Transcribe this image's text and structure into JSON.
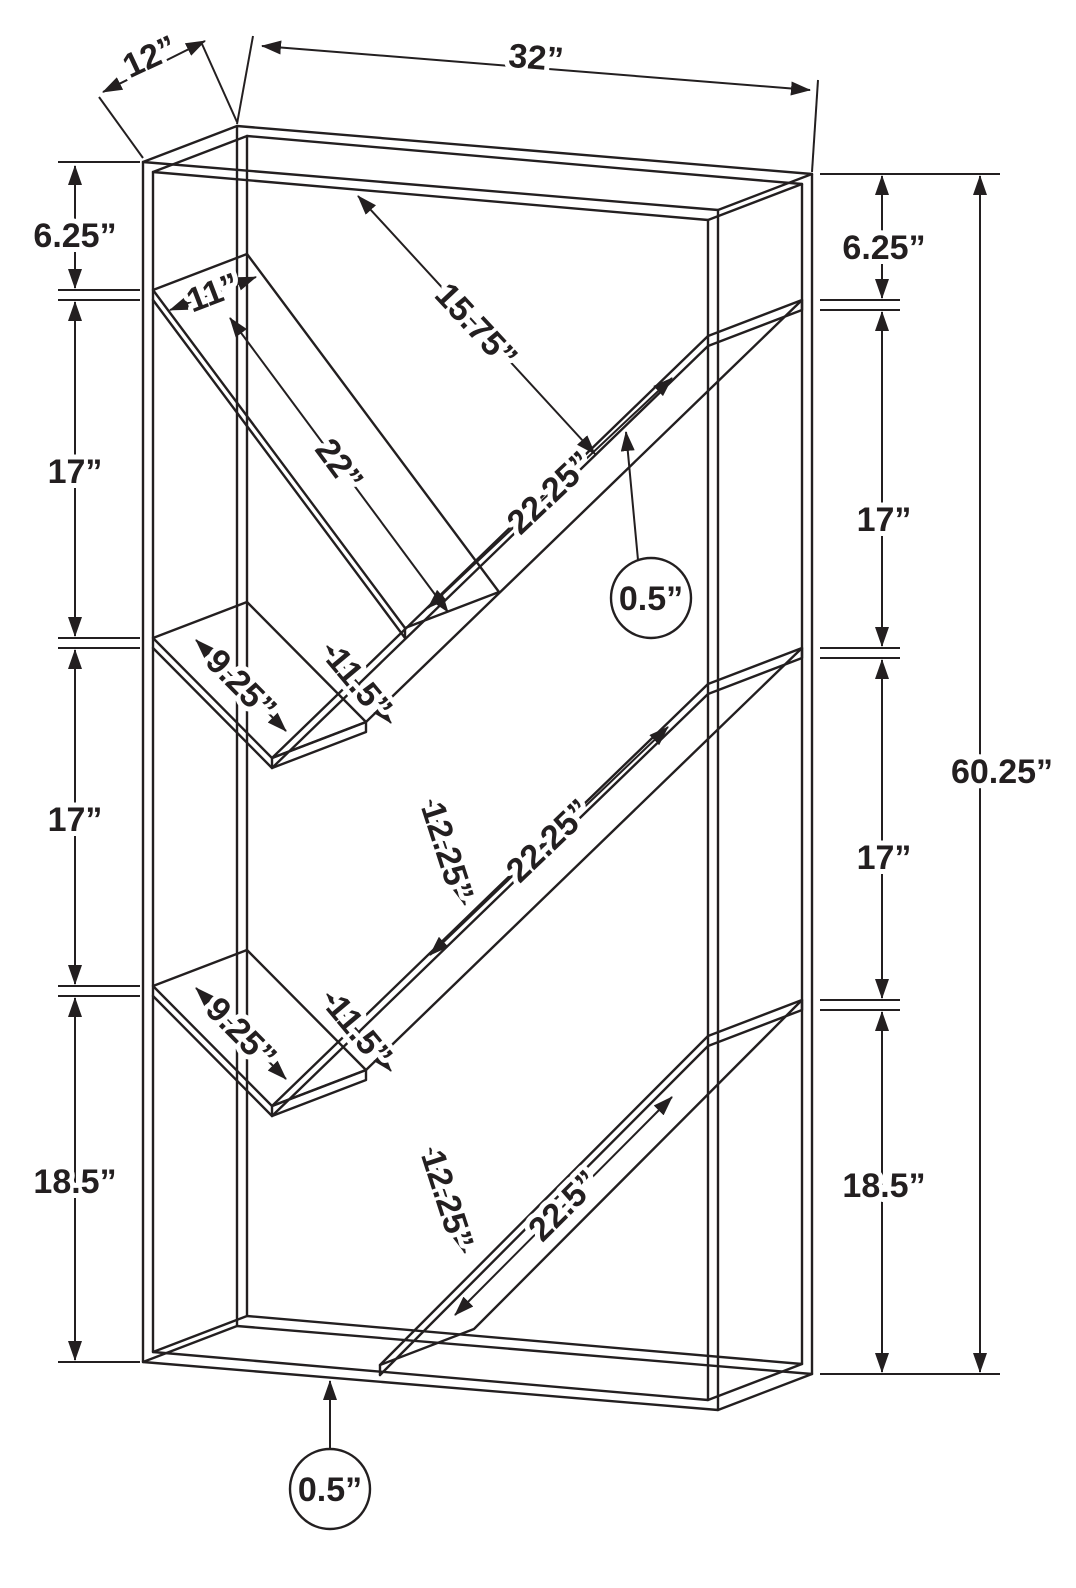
{
  "meta": {
    "background": "#ffffff",
    "line_color": "#231f20",
    "drawing_kind": "bookcase dimension diagram"
  },
  "dims": {
    "top_width": "32”",
    "depth": "12”",
    "left": [
      "6.25”",
      "17”",
      "17”",
      "18.5”"
    ],
    "right": [
      "6.25”",
      "17”",
      "17”",
      "18.5”"
    ],
    "overall_height": "60.25”",
    "internal": {
      "shelf_depth": "11”",
      "top_opening": "15.75”",
      "upper_left_shelf": "22”",
      "upper_right_shelf": "22.25”",
      "mid_left_shelf": "9.25”",
      "mid_opening": "11.5”",
      "mid_vertex_gap": "12.25”",
      "mid_right_shelf": "22.25”",
      "lower_left_shelf": "9.25”",
      "lower_opening": "11.5”",
      "lower_vertex_gap": "12.25”",
      "lower_right_shelf": "22.5”",
      "shelf_thickness": "0.5”",
      "frame_thickness": "0.5”"
    }
  }
}
